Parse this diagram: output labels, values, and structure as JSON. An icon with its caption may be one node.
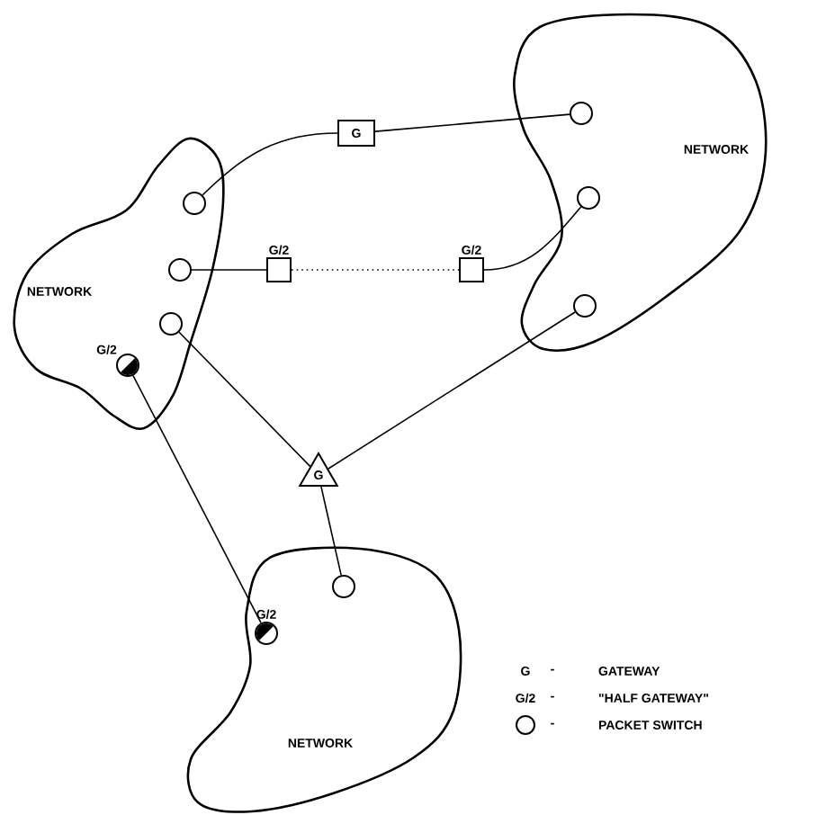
{
  "diagram": {
    "nodes": [
      {
        "text": [
          "NETWORK"
        ]
      },
      {
        "text": [],
        "shape": "circle",
        "in": 0
      },
      {
        "text": [],
        "shape": "circle",
        "in": 0
      },
      {
        "text": [],
        "shape": "circle",
        "in": 0
      },
      {
        "text": [
          "G/2"
        ],
        "in": 0
      },
      {
        "text": [
          "G"
        ]
      },
      {
        "text": [
          "G/2"
        ]
      },
      {
        "text": [
          "G/2"
        ]
      },
      {
        "text": [
          "NETWORK"
        ]
      },
      {
        "text": [],
        "shape": "circle",
        "in": 8
      },
      {
        "text": [],
        "shape": "circle",
        "in": 8
      },
      {
        "text": [],
        "shape": "circle",
        "in": 8
      },
      {
        "text": [
          "G"
        ]
      },
      {
        "text": [
          "NETWORK"
        ]
      },
      {
        "text": [
          "G/2"
        ],
        "in": 13
      },
      {
        "text": [],
        "shape": "circle",
        "in": 13
      }
    ],
    "edges": [
      {
        "from": 1,
        "to": 5,
        "arrow": "none"
      },
      {
        "from": 5,
        "to": 9,
        "arrow": "none"
      },
      {
        "from": 2,
        "to": 6,
        "arrow": "none"
      },
      {
        "from": 6,
        "to": 7,
        "arrow": "none",
        "style": "dashed"
      },
      {
        "from": 7,
        "to": 10,
        "arrow": "none"
      },
      {
        "from": 3,
        "to": 12,
        "arrow": "none"
      },
      {
        "from": 12,
        "to": 11,
        "arrow": "none"
      },
      {
        "from": 4,
        "to": 14,
        "arrow": "none"
      },
      {
        "from": 12,
        "to": 15,
        "arrow": "none"
      }
    ],
    "labels": [
      "G",
      "-",
      "GATEWAY",
      "G/2",
      "-",
      "\"HALF GATEWAY\"",
      "-",
      "PACKET SWITCH"
    ]
  }
}
